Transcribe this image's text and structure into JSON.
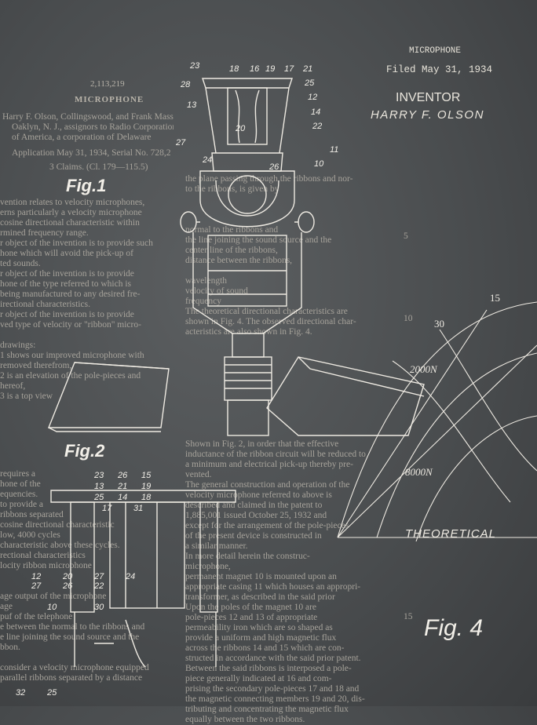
{
  "patent": {
    "number": "2,113,219",
    "title": "MICROPHONE",
    "header_lines": [
      "Harry F. Olson, Collingswood, and Frank Mass",
      "Oaklyn, N. J., assignors to Radio Corporation",
      "of America, a corporation of Delaware",
      "Application May 31, 1934, Serial No. 728,2",
      "3 Claims.   (Cl. 179—115.5)"
    ],
    "left_column": [
      "vention relates to velocity microphones,",
      "erns particularly a velocity microphone",
      "cosine directional characteristic within",
      "rmined frequency range.",
      "r object of the invention is to provide such",
      "hone which will avoid the pick-up of",
      "ted sounds.",
      "r object of the invention is to provide",
      "hone of the type referred to which is",
      "being manufactured to any desired fre-",
      "irectional characteristics.",
      "r object of the invention is to provide",
      "ved type of velocity or \"ribbon\" micro-",
      "",
      "drawings:",
      "1 shows our improved microphone with",
      "removed therefrom,",
      "2 is an elevation of the pole-pieces and",
      "hereof,",
      "3 is a top view"
    ],
    "left_column_lower": [
      "requires a",
      "hone of the",
      "equencies.",
      "to provide a",
      "ribbons separated",
      "cosine directional characteristic",
      "low, 4000 cycles",
      "characteristic above these cycles.",
      "rectional characteristics",
      "locity ribbon microphone",
      "",
      "",
      "age output of the microphone",
      "age",
      "puf of the telephone",
      "e between the normal to the ribbons and",
      "e line joining the sound source and the",
      "bbon.",
      "",
      "consider a velocity microphone equipped",
      "parallel ribbons separated by a distance"
    ],
    "right_column": [
      "the plane passing through the ribbons and nor-",
      "to the ribbons, is given by",
      "",
      "",
      "",
      "normal to the ribbons and",
      "the line joining the sound source and the",
      "center line of the ribbons,",
      "distance between the ribbons,",
      "",
      "wavelength",
      "velocity of sound",
      "frequency",
      "The theoretical directional characteristics are",
      "shown in Fig. 4. The observed directional char-",
      "acteristics are also shown in Fig. 4."
    ],
    "right_column_lower": [
      "Shown in Fig. 2, in order that the effective",
      "inductance of the ribbon circuit will be reduced to",
      "a minimum and electrical pick-up thereby pre-",
      "vented.",
      "The general construction and operation of the",
      "velocity microphone referred to above is",
      "described and claimed in the patent to",
      "1,885,001 issued October 25, 1932 and",
      "except for the arrangement of the pole-pieces",
      "of the present device is constructed in",
      "a similar manner.",
      "In more detail herein the construc-",
      "microphone,",
      "permanent magnet 10 is mounted upon an",
      "appropriate casing 11 which houses an appropri-",
      "transformer, as described in the said prior",
      "Upon the poles of the magnet 10 are",
      "pole-pieces 12 and 13 of appropriate",
      "permeability iron which are so shaped as",
      "provide a uniform and high magnetic flux",
      "across the ribbons 14 and 15 which are con-",
      "structed in accordance with the said prior patent.",
      "Between the said ribbons is interposed a pole-",
      "piece generally indicated at 16 and com-",
      "prising the secondary pole-pieces 17 and 18 and",
      "the magnetic connecting members 19 and 20, dis-",
      "tributing and concentrating the magnetic flux",
      "equally between the two ribbons."
    ],
    "line_numbers": [
      "5",
      "10",
      "15"
    ]
  },
  "title_block": {
    "title": "MICROPHONE",
    "filed": "Filed May 31, 1934",
    "inventor_label": "INVENTOR",
    "inventor_name": "HARRY F. OLSON"
  },
  "figures": {
    "fig1": "Fig.1",
    "fig2": "Fig.2",
    "fig4": "Fig. 4",
    "theoretical": "THEORETICAL",
    "polar_labels": [
      "15",
      "30",
      "2000N",
      "8000N"
    ],
    "fig1_numbers": [
      "23",
      "18",
      "16",
      "19",
      "17",
      "21",
      "28",
      "25",
      "12",
      "13",
      "14",
      "20",
      "22",
      "27",
      "24",
      "26",
      "10",
      "11"
    ],
    "fig2_numbers": [
      "23",
      "26",
      "15",
      "13",
      "21",
      "19",
      "25",
      "14",
      "18",
      "17",
      "31",
      "12",
      "20",
      "27",
      "24",
      "27",
      "26",
      "22",
      "10",
      "30",
      "32",
      "25"
    ]
  },
  "colors": {
    "background": "#4a4d4f",
    "chalk": "#eeeae2",
    "faint_text": "#a7a39b"
  }
}
